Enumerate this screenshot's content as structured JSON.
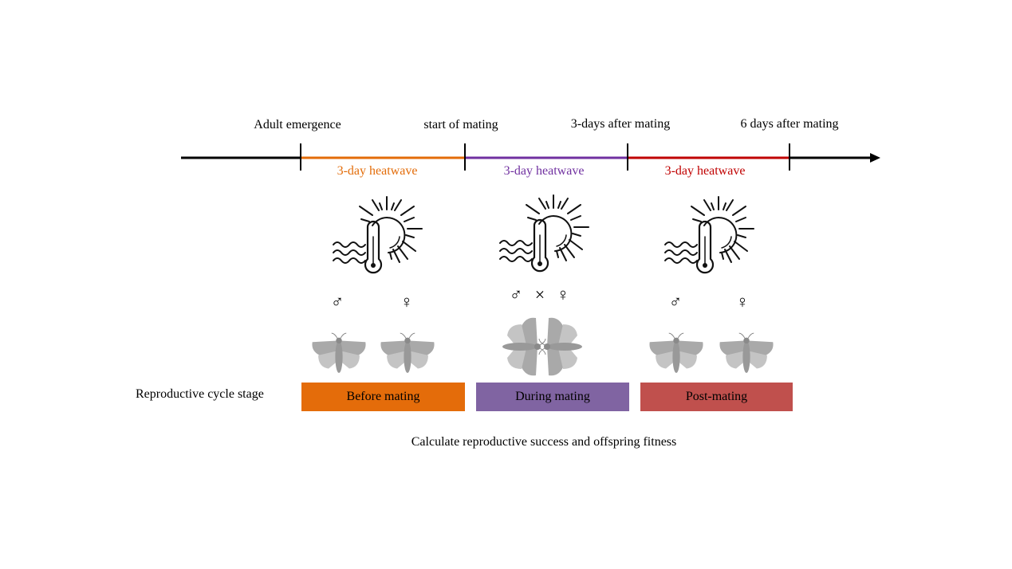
{
  "timeline": {
    "milestones": [
      "Adult emergence",
      "start of mating",
      "3-days after mating",
      "6 days after mating"
    ],
    "heatwaves": [
      {
        "label": "3-day heatwave",
        "color": "#E36C09"
      },
      {
        "label": "3-day heatwave",
        "color": "#7030A0"
      },
      {
        "label": "3-day heatwave",
        "color": "#C00000"
      }
    ]
  },
  "symbols": {
    "male": "♂",
    "female": "♀",
    "cross": "×"
  },
  "stages": {
    "row_label": "Reproductive cycle stage",
    "items": [
      {
        "label": "Before mating",
        "color": "#E46C0A"
      },
      {
        "label": "During mating",
        "color": "#8064A2"
      },
      {
        "label": "Post-mating",
        "color": "#C0504D"
      }
    ]
  },
  "footer": "Calculate reproductive success and offspring fitness"
}
